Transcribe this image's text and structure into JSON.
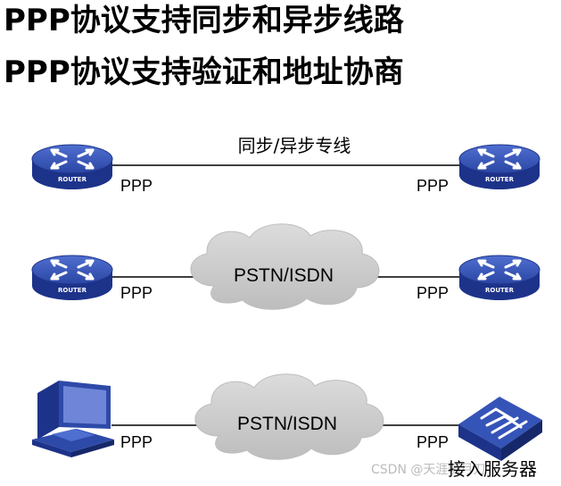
{
  "headings": [
    "PPP协议支持同步和异步线路",
    "PPP协议支持验证和地址协商"
  ],
  "rows": [
    {
      "link_label": "同步/异步专线",
      "left_ppp": "PPP",
      "right_ppp": "PPP"
    },
    {
      "link_label": "PSTN/ISDN",
      "left_ppp": "PPP",
      "right_ppp": "PPP"
    },
    {
      "link_label": "PSTN/ISDN",
      "left_ppp": "PPP",
      "right_ppp": "PPP"
    }
  ],
  "router_text": "ROUTER",
  "server_caption": "接入服务器",
  "watermark": "CSDN @天涯明月刀",
  "colors": {
    "device_blue": "#2e4aa8",
    "device_dark": "#1b2f78",
    "cloud_gray": "#c8c8c8",
    "line": "#000000"
  },
  "icons": [
    "router-icon",
    "cloud-icon",
    "pc-icon",
    "access-server-icon"
  ]
}
